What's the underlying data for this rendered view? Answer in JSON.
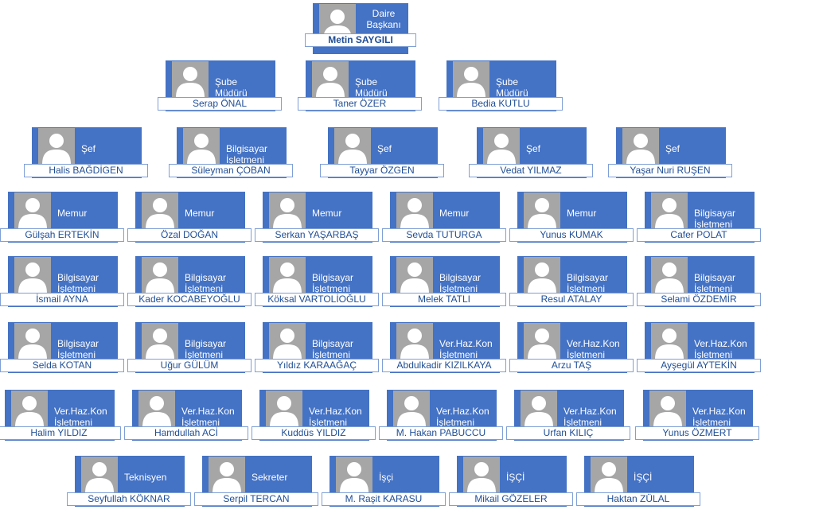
{
  "colors": {
    "box": "#4472c4",
    "photo": "#a6a6a6",
    "name_text": "#1f4e96",
    "name_border": "#7f9fd6"
  },
  "icon": "person-silhouette-icon",
  "rows": [
    {
      "cards": [
        {
          "title": "Daire\nBaşkanı",
          "name": "Metin SAYGILI"
        }
      ]
    },
    {
      "cards": [
        {
          "title": "Şube\nMüdürü",
          "name": "Serap ÖNAL"
        },
        {
          "title": "Şube\nMüdürü",
          "name": "Taner ÖZER"
        },
        {
          "title": "Şube\nMüdürü",
          "name": "Bedia KUTLU"
        }
      ]
    },
    {
      "cards": [
        {
          "title": "Şef",
          "name": "Halis BAĞDİGEN"
        },
        {
          "title": "Bilgisayar\nİşletmeni",
          "name": "Süleyman ÇOBAN"
        },
        {
          "title": "Şef",
          "name": "Tayyar ÖZGEN"
        },
        {
          "title": "Şef",
          "name": "Vedat YILMAZ"
        },
        {
          "title": "Şef",
          "name": "Yaşar Nuri RUŞEN"
        }
      ]
    },
    {
      "cards": [
        {
          "title": "Memur",
          "name": "Gülşah ERTEKİN"
        },
        {
          "title": "Memur",
          "name": "Özal DOĞAN"
        },
        {
          "title": "Memur",
          "name": "Serkan YAŞARBAŞ"
        },
        {
          "title": "Memur",
          "name": "Sevda TUTURGA"
        },
        {
          "title": "Memur",
          "name": "Yunus KUMAK"
        },
        {
          "title": "Bilgisayar\nİşletmeni",
          "name": "Cafer POLAT"
        }
      ]
    },
    {
      "cards": [
        {
          "title": "Bilgisayar\nİşletmeni",
          "name": "İsmail AYNA"
        },
        {
          "title": "Bilgisayar\nİşletmeni",
          "name": "Kader KOCABEYOĞLU"
        },
        {
          "title": "Bilgisayar\nİşletmeni",
          "name": "Köksal VARTOLİOĞLU"
        },
        {
          "title": "Bilgisayar\nİşletmeni",
          "name": "Melek TATLI"
        },
        {
          "title": "Bilgisayar\nİşletmeni",
          "name": "Resul ATALAY"
        },
        {
          "title": "Bilgisayar\nİşletmeni",
          "name": "Selami ÖZDEMİR"
        }
      ]
    },
    {
      "cards": [
        {
          "title": "Bilgisayar\nİşletmeni",
          "name": "Selda KOTAN"
        },
        {
          "title": "Bilgisayar\nİşletmeni",
          "name": "Uğur GÜLÜM"
        },
        {
          "title": "Bilgisayar\nİşletmeni",
          "name": "Yıldız KARAAĞAÇ"
        },
        {
          "title": "Ver.Haz.Kon\nİşletmeni",
          "name": "Abdulkadir KIZILKAYA"
        },
        {
          "title": "Ver.Haz.Kon\nİşletmeni",
          "name": "Arzu TAŞ"
        },
        {
          "title": "Ver.Haz.Kon\nİşletmeni",
          "name": "Ayşegül AYTEKİN"
        }
      ]
    },
    {
      "cards": [
        {
          "title": "Ver.Haz.Kon\nİşletmeni",
          "name": "Halim YILDIZ"
        },
        {
          "title": "Ver.Haz.Kon\nİşletmeni",
          "name": "Hamdullah ACİ"
        },
        {
          "title": "Ver.Haz.Kon\nİşletmeni",
          "name": "Kuddüs YILDIZ"
        },
        {
          "title": "Ver.Haz.Kon\nİşletmeni",
          "name": "M. Hakan PABUCCU"
        },
        {
          "title": "Ver.Haz.Kon\nİşletmeni",
          "name": "Urfan KILIÇ"
        },
        {
          "title": "Ver.Haz.Kon\nİşletmeni",
          "name": "Yunus ÖZMERT"
        }
      ]
    },
    {
      "cards": [
        {
          "title": "Teknisyen",
          "name": "Seyfullah KÖKNAR"
        },
        {
          "title": "Sekreter",
          "name": "Serpil TERCAN"
        },
        {
          "title": "İşçi",
          "name": "M. Raşit KARASU"
        },
        {
          "title": "İŞÇİ",
          "name": "Mikail GÖZELER"
        },
        {
          "title": "İŞÇİ",
          "name": "Haktan ZÜLAL"
        }
      ]
    }
  ]
}
